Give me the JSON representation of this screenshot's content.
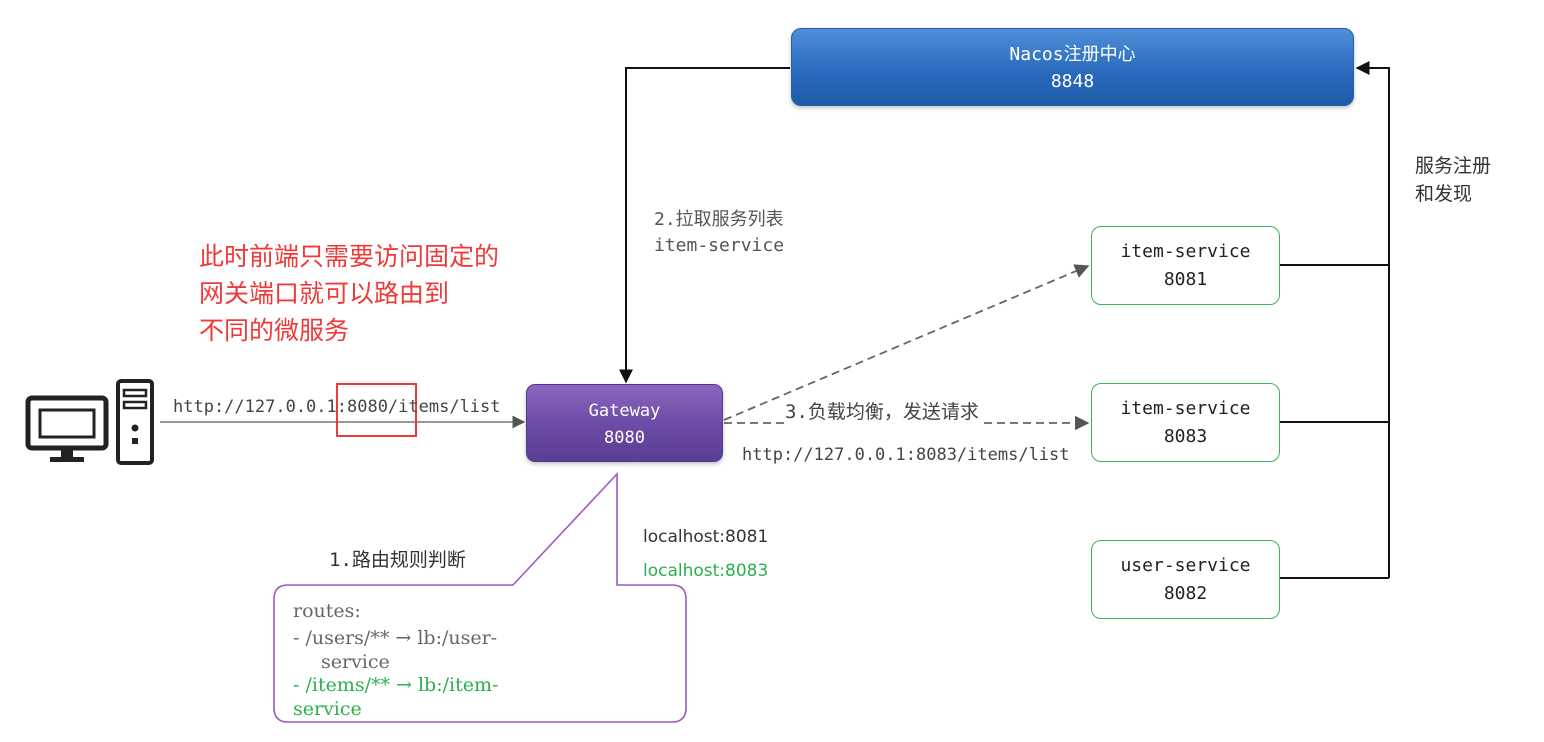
{
  "nacos": {
    "title": "Nacos注册中心",
    "port": "8848"
  },
  "gateway": {
    "title": "Gateway",
    "port": "8080"
  },
  "services": [
    {
      "name": "item-service",
      "port": "8081"
    },
    {
      "name": "item-service",
      "port": "8083"
    },
    {
      "name": "user-service",
      "port": "8082"
    }
  ],
  "labels": {
    "client_url": "http://127.0.0.1:8080/items/list",
    "pull_step": "2.拉取服务列表",
    "pull_service": "item-service",
    "lb_step": "3.负载均衡，发送请求",
    "target_url": "http://127.0.0.1:8083/items/list",
    "route_step": "1.路由规则判断",
    "localhost_a": "localhost:8081",
    "localhost_b": "localhost:8083",
    "register_line1": "服务注册",
    "register_line2": "和发现"
  },
  "note": {
    "line1": "此时前端只需要访问固定的",
    "line2": "网关端口就可以路由到",
    "line3": "不同的微服务"
  },
  "routes": {
    "header": "routes:",
    "user_line1": "- /users/** → lb:/user-",
    "user_line2": "service",
    "item_line1": "-  /items/** → lb:/item-",
    "item_line2": "service"
  },
  "colors": {
    "nacos_blue": "#2a6bbf",
    "gateway_purple": "#6a4aa4",
    "service_border": "#3cb45a",
    "note_red": "#f03a3a",
    "highlight_green": "#2ab04d",
    "callout_border": "#9b59c8"
  }
}
